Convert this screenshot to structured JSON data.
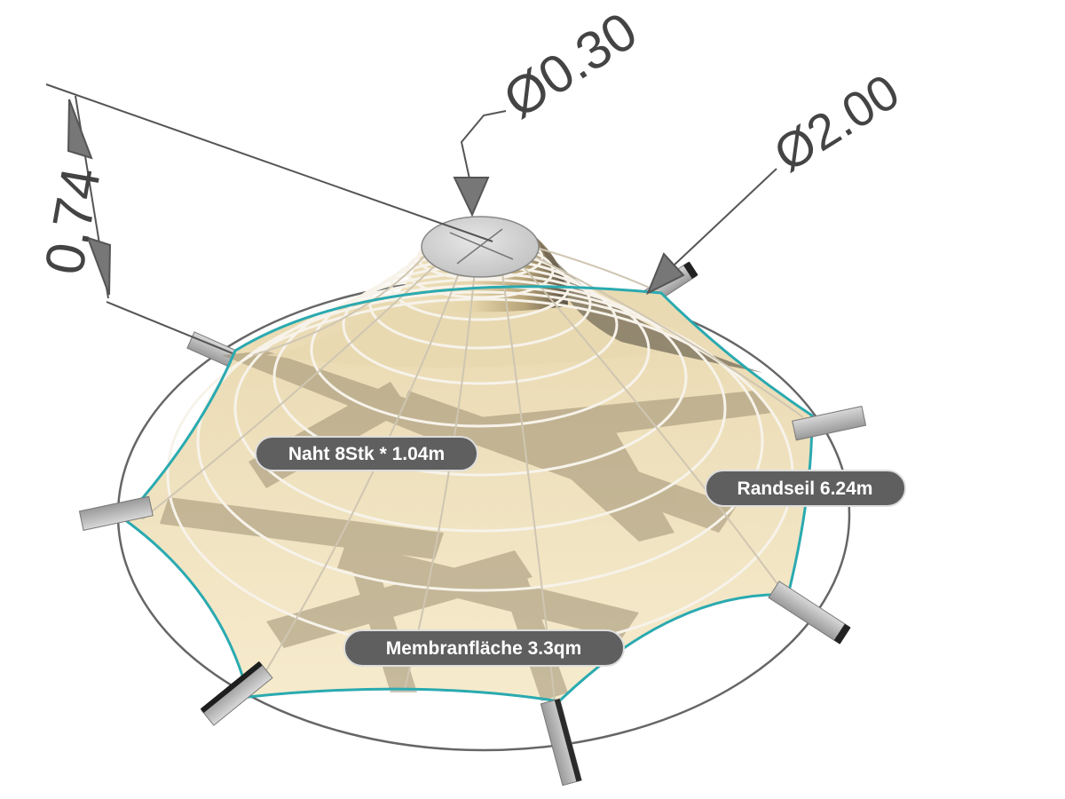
{
  "dimensions": {
    "height": "0.74",
    "top_diameter": "Ø0.30",
    "base_diameter": "Ø2.00"
  },
  "labels": {
    "seam": "Naht 8Stk * 1.04m",
    "edge_cable": "Randseil 6.24m",
    "membrane_area": "Membranfläche 3.3qm"
  },
  "colors": {
    "membrane": "#f1e2bb",
    "membrane_shadow": "#8d7f62",
    "edge_cable": "#2aaab0",
    "label_bg": "#5f5f5f",
    "dimension_line": "#555555",
    "post": "#b9b9b9"
  }
}
